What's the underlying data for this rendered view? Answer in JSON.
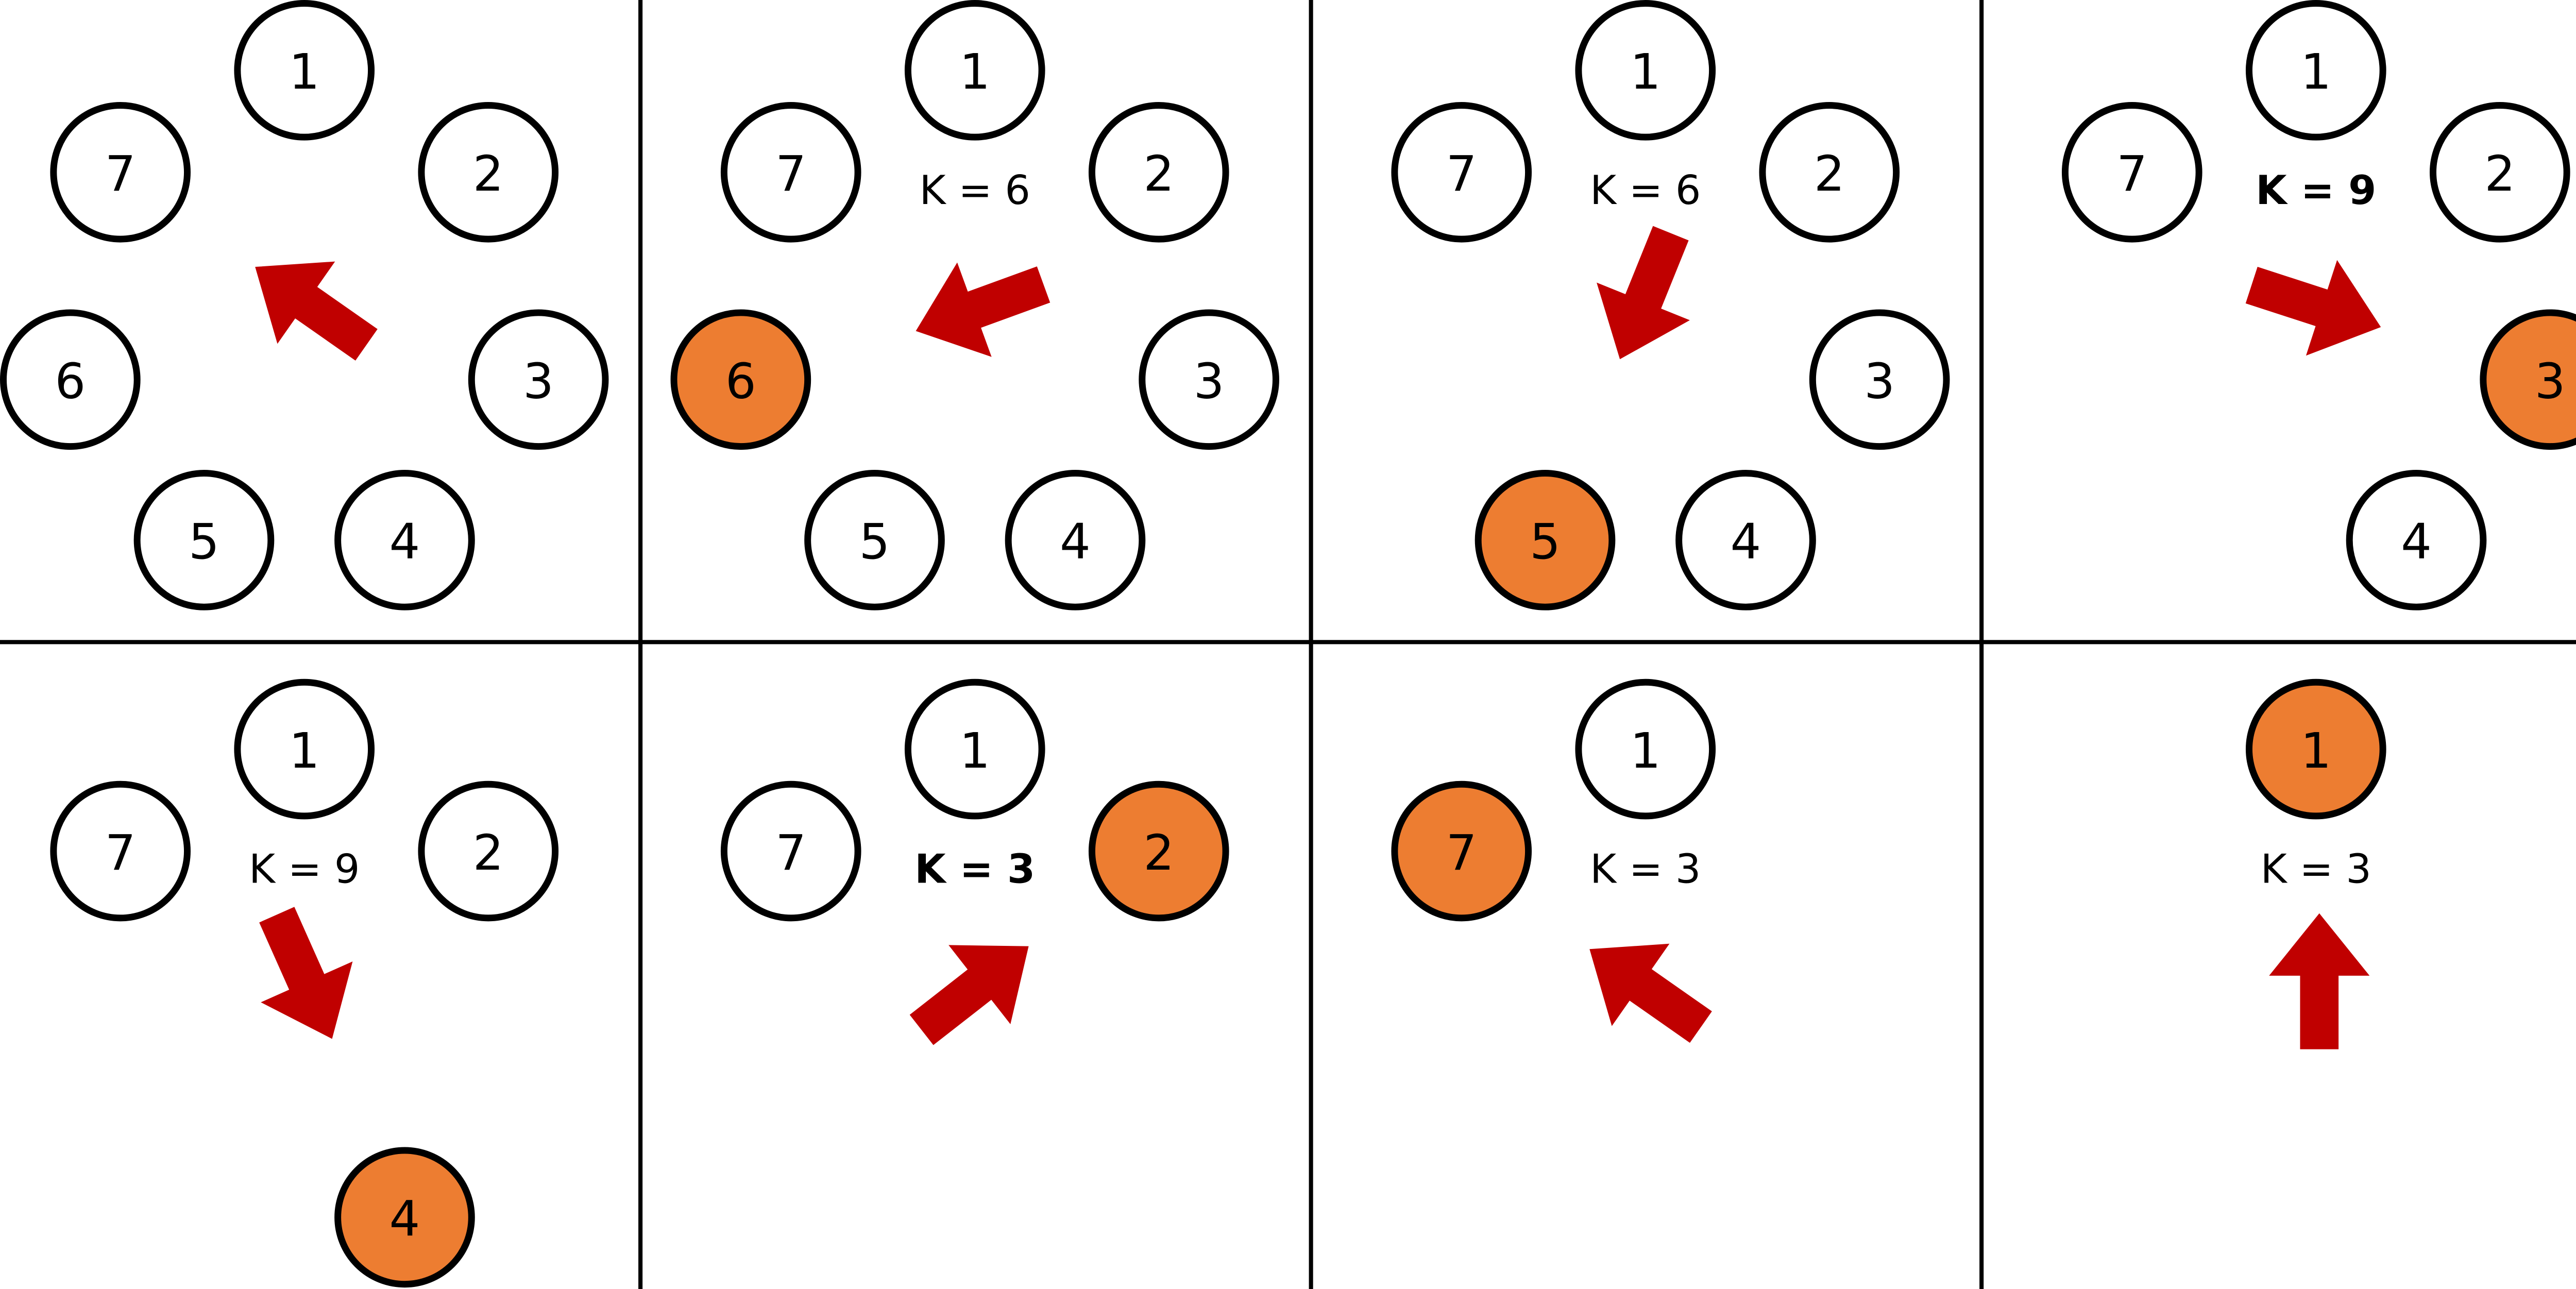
{
  "colors": {
    "circle_fill": "#ffffff",
    "highlight_fill": "#ed7d31",
    "circle_stroke": "#000000",
    "arrow_fill": "#c00000",
    "grid_line": "#000000"
  },
  "panels": [
    {
      "id": "p1",
      "nodes": [
        {
          "label": "1"
        },
        {
          "label": "2"
        },
        {
          "label": "3"
        },
        {
          "label": "4"
        },
        {
          "label": "5"
        },
        {
          "label": "6"
        },
        {
          "label": "7"
        }
      ],
      "highlighted": "",
      "k_text": "",
      "k_bold": false,
      "arrow_direction": "up-left"
    },
    {
      "id": "p2",
      "nodes": [
        {
          "label": "1"
        },
        {
          "label": "2"
        },
        {
          "label": "3"
        },
        {
          "label": "4"
        },
        {
          "label": "5"
        },
        {
          "label": "6"
        },
        {
          "label": "7"
        }
      ],
      "highlighted": "6",
      "k_text": "K = 6",
      "k_bold": false,
      "arrow_direction": "left-down"
    },
    {
      "id": "p3",
      "nodes": [
        {
          "label": "1"
        },
        {
          "label": "2"
        },
        {
          "label": "3"
        },
        {
          "label": "4"
        },
        {
          "label": "5"
        },
        {
          "label": "7"
        }
      ],
      "highlighted": "5",
      "k_text": "K = 6",
      "k_bold": false,
      "arrow_direction": "down-left"
    },
    {
      "id": "p4",
      "nodes": [
        {
          "label": "1"
        },
        {
          "label": "2"
        },
        {
          "label": "3"
        },
        {
          "label": "4"
        },
        {
          "label": "7"
        }
      ],
      "highlighted": "3",
      "k_text": "K = 9",
      "k_bold": true,
      "arrow_direction": "right-down"
    },
    {
      "id": "p5",
      "nodes": [
        {
          "label": "1"
        },
        {
          "label": "2"
        },
        {
          "label": "4"
        },
        {
          "label": "7"
        }
      ],
      "highlighted": "4",
      "k_text": "K = 9",
      "k_bold": false,
      "arrow_direction": "down-right"
    },
    {
      "id": "p6",
      "nodes": [
        {
          "label": "1"
        },
        {
          "label": "2"
        },
        {
          "label": "7"
        }
      ],
      "highlighted": "2",
      "k_text": "K = 3",
      "k_bold": true,
      "arrow_direction": "up-right"
    },
    {
      "id": "p7",
      "nodes": [
        {
          "label": "1"
        },
        {
          "label": "7"
        }
      ],
      "highlighted": "7",
      "k_text": "K = 3",
      "k_bold": false,
      "arrow_direction": "up-left"
    },
    {
      "id": "p8",
      "nodes": [
        {
          "label": "1"
        }
      ],
      "highlighted": "1",
      "k_text": "K = 3",
      "k_bold": false,
      "arrow_direction": "up"
    }
  ]
}
